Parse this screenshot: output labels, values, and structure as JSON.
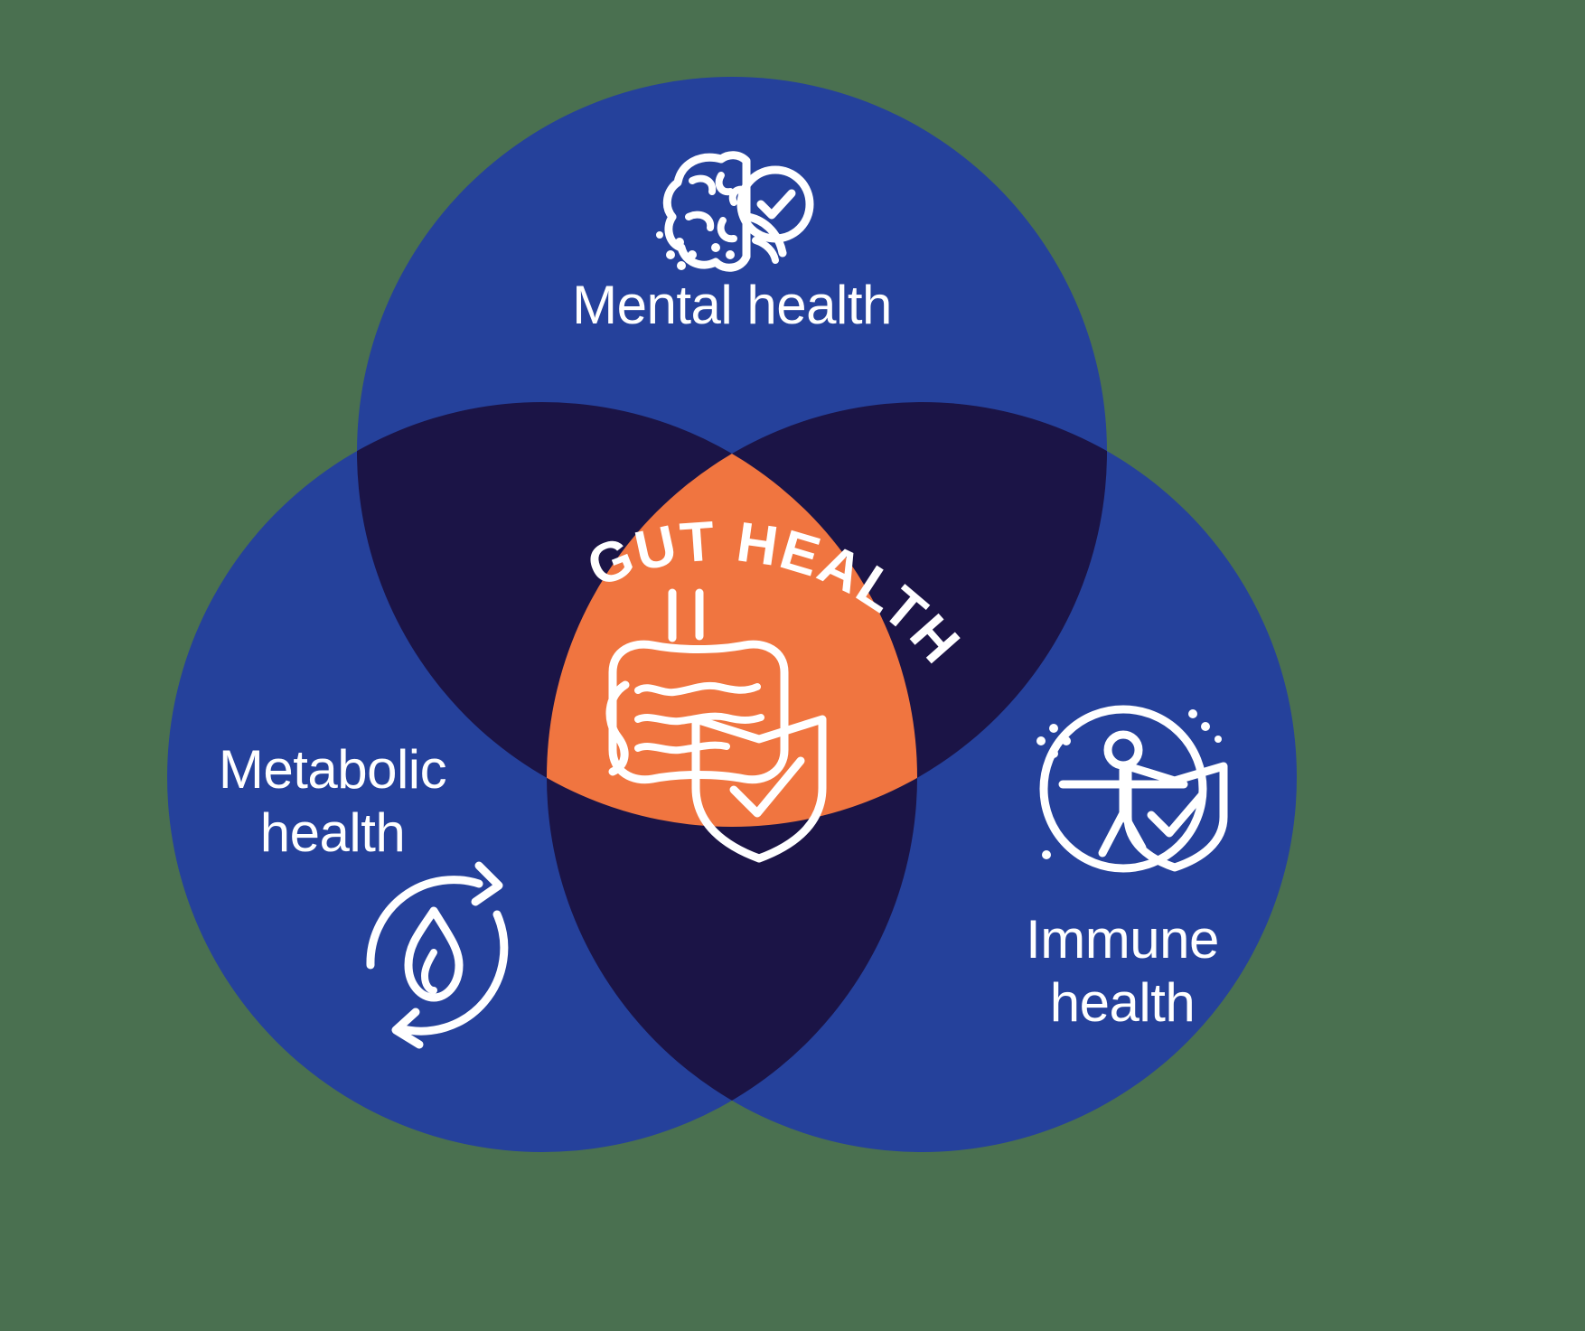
{
  "diagram": {
    "type": "venn-3-circle",
    "title": "Gut health Venn diagram",
    "background_color": "#4a7050"
  },
  "colors": {
    "circle_blue": "#25419b",
    "overlap_navy": "#1b1446",
    "center_orange": "#f07540",
    "text_white": "#ffffff",
    "page_background": "#4a7050"
  },
  "circles": [
    {
      "id": "mental",
      "label": "Mental health",
      "label_lines": [
        "Mental health"
      ],
      "icon": "brain-check-icon",
      "position": "top",
      "color": "#25419b"
    },
    {
      "id": "metabolic",
      "label": "Metabolic health",
      "label_lines": [
        "Metabolic",
        "health"
      ],
      "icon": "flame-cycle-icon",
      "position": "bottom-left",
      "color": "#25419b"
    },
    {
      "id": "immune",
      "label": "Immune health",
      "label_lines": [
        "Immune",
        "health"
      ],
      "icon": "person-shield-icon",
      "position": "bottom-right",
      "color": "#25419b"
    }
  ],
  "center": {
    "label": "GUT HEALTH",
    "icon": "intestine-shield-check-icon",
    "color": "#f07540",
    "text_style": "curved-uppercase-bold"
  }
}
